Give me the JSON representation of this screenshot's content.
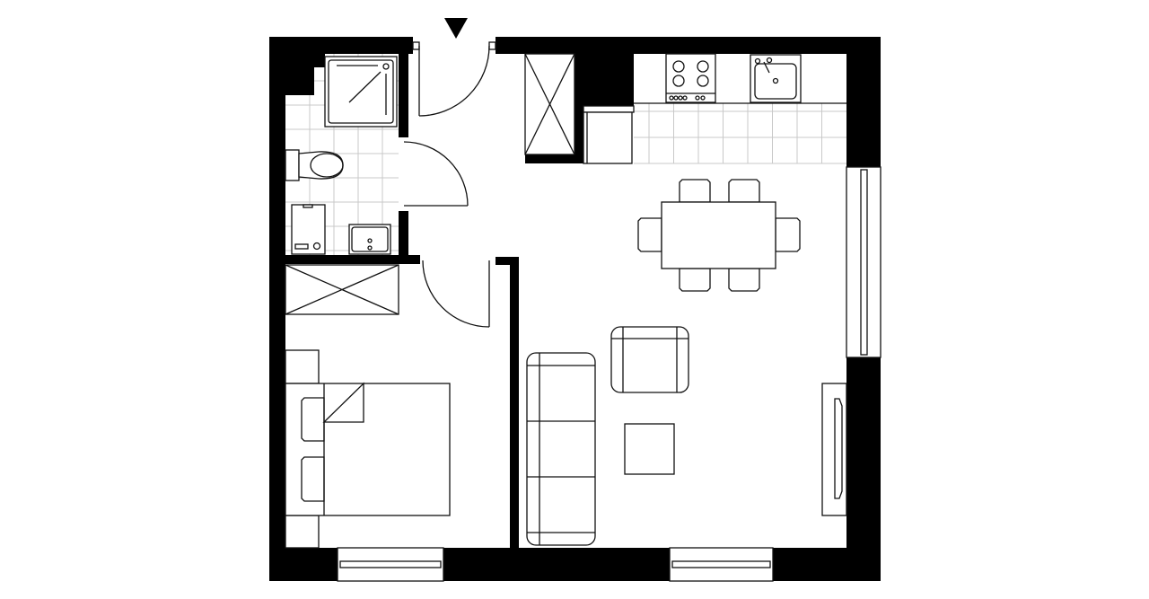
{
  "plan": {
    "colors": {
      "wall": "#000000",
      "line": "#111111",
      "tile": "#c8c8c8",
      "background": "#ffffff"
    },
    "entrance_marker": "down-triangle-icon",
    "rooms": [
      "bathroom",
      "hall",
      "storage",
      "bedroom",
      "kitchen",
      "dining",
      "living-room"
    ]
  }
}
